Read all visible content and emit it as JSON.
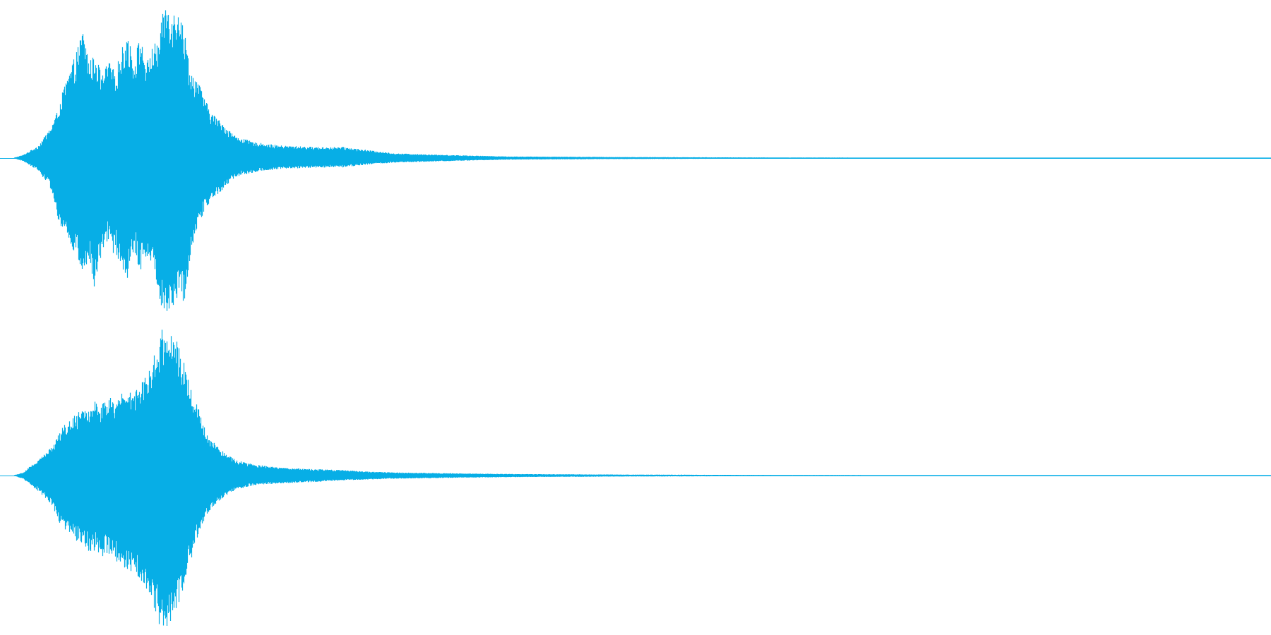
{
  "colors": {
    "background": "#ffffff",
    "waveform": "#07aee6"
  },
  "chart_data": {
    "type": "area",
    "title": "",
    "xlabel": "",
    "ylabel": "",
    "grid": false,
    "legend": "none",
    "x_range": [
      0,
      1
    ],
    "ylim": [
      -1,
      1
    ],
    "channels": [
      {
        "envelope_top": [
          [
            0.0,
            0.0
          ],
          [
            0.01,
            0.0
          ],
          [
            0.018,
            0.02
          ],
          [
            0.022,
            0.04
          ],
          [
            0.03,
            0.08
          ],
          [
            0.04,
            0.2
          ],
          [
            0.045,
            0.3
          ],
          [
            0.05,
            0.45
          ],
          [
            0.055,
            0.56
          ],
          [
            0.06,
            0.68
          ],
          [
            0.065,
            0.82
          ],
          [
            0.07,
            0.62
          ],
          [
            0.075,
            0.66
          ],
          [
            0.08,
            0.52
          ],
          [
            0.085,
            0.62
          ],
          [
            0.09,
            0.55
          ],
          [
            0.095,
            0.68
          ],
          [
            0.1,
            0.8
          ],
          [
            0.105,
            0.62
          ],
          [
            0.11,
            0.78
          ],
          [
            0.115,
            0.6
          ],
          [
            0.12,
            0.72
          ],
          [
            0.125,
            0.75
          ],
          [
            0.128,
            0.95
          ],
          [
            0.132,
            1.0
          ],
          [
            0.136,
            0.92
          ],
          [
            0.14,
            1.0
          ],
          [
            0.145,
            0.8
          ],
          [
            0.15,
            0.55
          ],
          [
            0.155,
            0.5
          ],
          [
            0.16,
            0.4
          ],
          [
            0.165,
            0.3
          ],
          [
            0.175,
            0.22
          ],
          [
            0.185,
            0.14
          ],
          [
            0.2,
            0.1
          ],
          [
            0.22,
            0.08
          ],
          [
            0.25,
            0.07
          ],
          [
            0.27,
            0.07
          ],
          [
            0.29,
            0.05
          ],
          [
            0.31,
            0.03
          ],
          [
            0.35,
            0.02
          ],
          [
            0.4,
            0.01
          ],
          [
            0.5,
            0.006
          ],
          [
            0.6,
            0.004
          ],
          [
            0.67,
            0.003
          ],
          [
            0.7,
            0.002
          ],
          [
            1.0,
            0.002
          ]
        ],
        "envelope_bottom": [
          [
            0.0,
            0.0
          ],
          [
            0.01,
            0.0
          ],
          [
            0.018,
            0.02
          ],
          [
            0.022,
            0.04
          ],
          [
            0.03,
            0.08
          ],
          [
            0.04,
            0.2
          ],
          [
            0.045,
            0.38
          ],
          [
            0.05,
            0.48
          ],
          [
            0.055,
            0.56
          ],
          [
            0.06,
            0.62
          ],
          [
            0.065,
            0.75
          ],
          [
            0.07,
            0.66
          ],
          [
            0.075,
            0.88
          ],
          [
            0.08,
            0.58
          ],
          [
            0.085,
            0.55
          ],
          [
            0.09,
            0.62
          ],
          [
            0.095,
            0.66
          ],
          [
            0.1,
            0.82
          ],
          [
            0.105,
            0.6
          ],
          [
            0.11,
            0.72
          ],
          [
            0.115,
            0.62
          ],
          [
            0.12,
            0.68
          ],
          [
            0.125,
            0.88
          ],
          [
            0.128,
            0.98
          ],
          [
            0.132,
            1.0
          ],
          [
            0.136,
            0.95
          ],
          [
            0.14,
            0.88
          ],
          [
            0.145,
            0.92
          ],
          [
            0.15,
            0.58
          ],
          [
            0.155,
            0.45
          ],
          [
            0.16,
            0.35
          ],
          [
            0.165,
            0.28
          ],
          [
            0.175,
            0.2
          ],
          [
            0.185,
            0.12
          ],
          [
            0.2,
            0.09
          ],
          [
            0.22,
            0.07
          ],
          [
            0.25,
            0.06
          ],
          [
            0.27,
            0.06
          ],
          [
            0.29,
            0.04
          ],
          [
            0.31,
            0.03
          ],
          [
            0.35,
            0.02
          ],
          [
            0.4,
            0.01
          ],
          [
            0.5,
            0.006
          ],
          [
            0.6,
            0.004
          ],
          [
            0.67,
            0.003
          ],
          [
            0.7,
            0.002
          ],
          [
            1.0,
            0.002
          ]
        ]
      },
      {
        "envelope_top": [
          [
            0.0,
            0.0
          ],
          [
            0.01,
            0.0
          ],
          [
            0.018,
            0.02
          ],
          [
            0.022,
            0.05
          ],
          [
            0.03,
            0.1
          ],
          [
            0.04,
            0.18
          ],
          [
            0.045,
            0.26
          ],
          [
            0.05,
            0.32
          ],
          [
            0.055,
            0.35
          ],
          [
            0.06,
            0.4
          ],
          [
            0.065,
            0.45
          ],
          [
            0.07,
            0.42
          ],
          [
            0.075,
            0.48
          ],
          [
            0.08,
            0.45
          ],
          [
            0.085,
            0.5
          ],
          [
            0.09,
            0.48
          ],
          [
            0.095,
            0.52
          ],
          [
            0.1,
            0.55
          ],
          [
            0.105,
            0.54
          ],
          [
            0.11,
            0.6
          ],
          [
            0.115,
            0.64
          ],
          [
            0.12,
            0.76
          ],
          [
            0.125,
            0.85
          ],
          [
            0.128,
            0.96
          ],
          [
            0.132,
            0.9
          ],
          [
            0.136,
            0.88
          ],
          [
            0.14,
            0.85
          ],
          [
            0.145,
            0.7
          ],
          [
            0.15,
            0.55
          ],
          [
            0.155,
            0.45
          ],
          [
            0.16,
            0.32
          ],
          [
            0.165,
            0.24
          ],
          [
            0.175,
            0.16
          ],
          [
            0.185,
            0.1
          ],
          [
            0.2,
            0.07
          ],
          [
            0.22,
            0.05
          ],
          [
            0.25,
            0.04
          ],
          [
            0.27,
            0.035
          ],
          [
            0.29,
            0.025
          ],
          [
            0.31,
            0.02
          ],
          [
            0.35,
            0.015
          ],
          [
            0.4,
            0.01
          ],
          [
            0.5,
            0.006
          ],
          [
            0.6,
            0.004
          ],
          [
            0.68,
            0.003
          ],
          [
            0.7,
            0.002
          ],
          [
            1.0,
            0.002
          ]
        ],
        "envelope_bottom": [
          [
            0.0,
            0.0
          ],
          [
            0.01,
            0.0
          ],
          [
            0.018,
            0.02
          ],
          [
            0.022,
            0.05
          ],
          [
            0.03,
            0.1
          ],
          [
            0.04,
            0.18
          ],
          [
            0.045,
            0.28
          ],
          [
            0.05,
            0.34
          ],
          [
            0.055,
            0.38
          ],
          [
            0.06,
            0.42
          ],
          [
            0.065,
            0.46
          ],
          [
            0.07,
            0.5
          ],
          [
            0.075,
            0.48
          ],
          [
            0.08,
            0.52
          ],
          [
            0.085,
            0.5
          ],
          [
            0.09,
            0.55
          ],
          [
            0.095,
            0.58
          ],
          [
            0.1,
            0.62
          ],
          [
            0.105,
            0.6
          ],
          [
            0.11,
            0.66
          ],
          [
            0.115,
            0.72
          ],
          [
            0.12,
            0.82
          ],
          [
            0.125,
            0.95
          ],
          [
            0.128,
            1.0
          ],
          [
            0.132,
            0.98
          ],
          [
            0.136,
            0.9
          ],
          [
            0.14,
            0.82
          ],
          [
            0.145,
            0.7
          ],
          [
            0.15,
            0.55
          ],
          [
            0.155,
            0.4
          ],
          [
            0.16,
            0.3
          ],
          [
            0.165,
            0.22
          ],
          [
            0.175,
            0.14
          ],
          [
            0.185,
            0.09
          ],
          [
            0.2,
            0.06
          ],
          [
            0.22,
            0.05
          ],
          [
            0.25,
            0.04
          ],
          [
            0.27,
            0.03
          ],
          [
            0.29,
            0.025
          ],
          [
            0.31,
            0.02
          ],
          [
            0.35,
            0.015
          ],
          [
            0.4,
            0.01
          ],
          [
            0.5,
            0.006
          ],
          [
            0.6,
            0.004
          ],
          [
            0.68,
            0.003
          ],
          [
            0.7,
            0.002
          ],
          [
            1.0,
            0.002
          ]
        ]
      }
    ]
  }
}
